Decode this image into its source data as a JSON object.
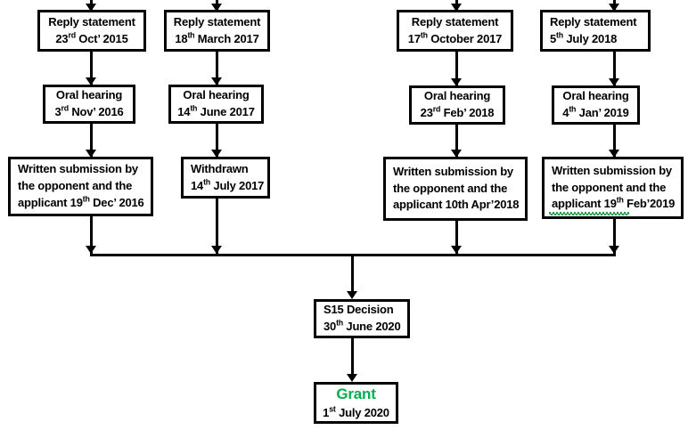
{
  "diagram": {
    "title": "Opposition proceedings timeline flowchart",
    "accent_color": "#00B050",
    "line_color": "#000000",
    "nodes": [
      {
        "id": "reply-1",
        "label": "Reply statement",
        "date_prefix": "23",
        "date_sup": "rd",
        "date_suffix": " Oct’ 2015"
      },
      {
        "id": "reply-2",
        "label": "Reply statement",
        "date_prefix": "18",
        "date_sup": "th",
        "date_suffix": " March 2017"
      },
      {
        "id": "reply-3",
        "label": "Reply statement",
        "date_prefix": "17",
        "date_sup": "th",
        "date_suffix": " October 2017"
      },
      {
        "id": "reply-4",
        "label": "Reply statement",
        "date_prefix": "5",
        "date_sup": "th",
        "date_suffix": " July 2018"
      },
      {
        "id": "oral-1",
        "label": "Oral hearing",
        "date_prefix": "3",
        "date_sup": "rd",
        "date_suffix": " Nov’ 2016"
      },
      {
        "id": "oral-2",
        "label": "Oral hearing",
        "date_prefix": "14",
        "date_sup": "th",
        "date_suffix": " June 2017"
      },
      {
        "id": "oral-3",
        "label": "Oral hearing",
        "date_prefix": "23",
        "date_sup": "rd",
        "date_suffix": " Feb’ 2018"
      },
      {
        "id": "oral-4",
        "label": "Oral hearing",
        "date_prefix": "4",
        "date_sup": "th",
        "date_suffix": " Jan’ 2019"
      },
      {
        "id": "written-1",
        "line1": "Written submission by",
        "line2": "the opponent and the",
        "line3_prefix": "applicant 19",
        "line3_sup": "th",
        "line3_suffix": " Dec’ 2016"
      },
      {
        "id": "withdrawn-2",
        "label": "Withdrawn",
        "date_prefix": "14",
        "date_sup": "th",
        "date_suffix": " July 2017"
      },
      {
        "id": "written-3",
        "line1": "Written submission by",
        "line2": "the opponent and the",
        "line3_prefix": "applicant 10th Apr’2018",
        "line3_sup": "",
        "line3_suffix": ""
      },
      {
        "id": "written-4",
        "line1": "Written submission by",
        "line2": "the opponent and the",
        "line3_prefix": "applicant  19",
        "line3_sup": "th",
        "line3_suffix": " Feb’2019"
      },
      {
        "id": "s15-decision",
        "label": "S15 Decision",
        "date_prefix": "30",
        "date_sup": "th",
        "date_suffix": " June 2020"
      },
      {
        "id": "grant",
        "label": "Grant",
        "date_prefix": "1",
        "date_sup": "st",
        "date_suffix": " July 2020"
      }
    ]
  }
}
